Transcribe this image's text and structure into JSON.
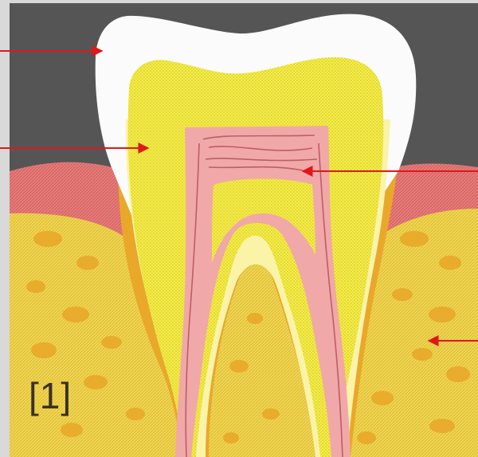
{
  "figure": {
    "label": "[1]"
  },
  "colors": {
    "background": "#555555",
    "frame": "#d9d9d9",
    "enamel": "#fbfbfb",
    "dentin": "#f4ec4a",
    "dentin_stipple": "#cfc21c",
    "pulp": "#f1a8a8",
    "pulp_vessels": "#b5505c",
    "gum": "#e57c78",
    "gum_dark": "#cf5a60",
    "bone": "#f0d54e",
    "bone_spots": "#e9a82a",
    "cementum": "#fbf3a8",
    "arrow": "#e01818"
  },
  "arrows": [
    {
      "target": "enamel"
    },
    {
      "target": "dentin"
    },
    {
      "target": "pulp"
    },
    {
      "target": "bone"
    }
  ]
}
